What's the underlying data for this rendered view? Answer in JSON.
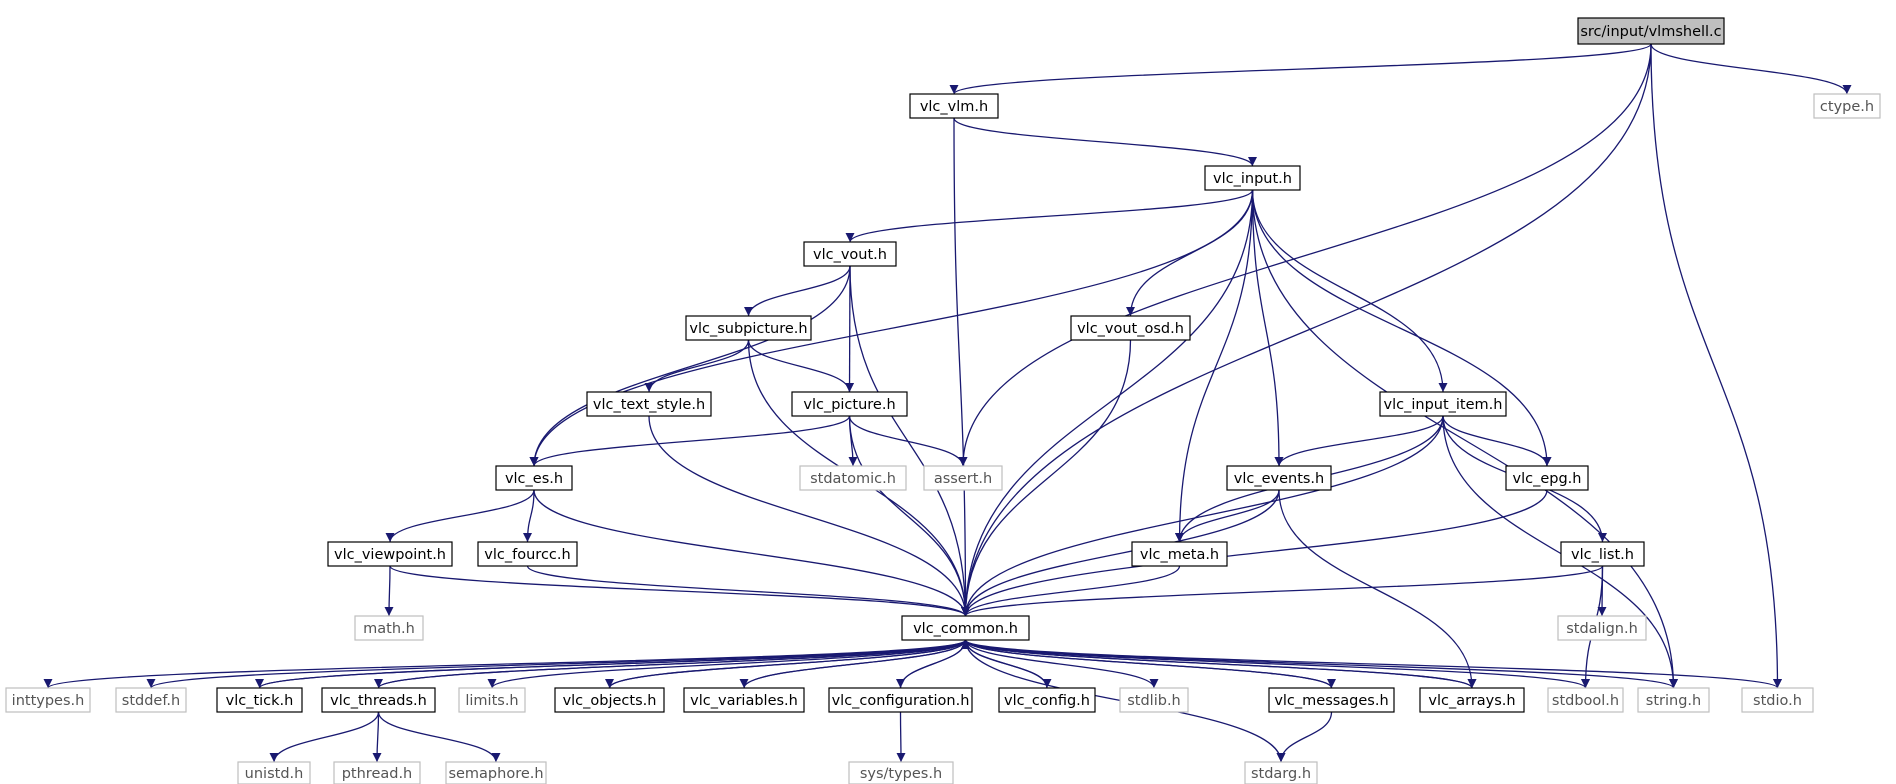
{
  "colors": {
    "edge": "#191970",
    "documented_border": "#000000",
    "system_border": "#bfbfbf",
    "root_fill": "#bfbfbf"
  },
  "nodes": [
    {
      "id": "root",
      "label": "src/input/vlmshell.c",
      "kind": "root"
    },
    {
      "id": "vlc_vlm",
      "label": "vlc_vlm.h",
      "kind": "doc"
    },
    {
      "id": "ctype",
      "label": "ctype.h",
      "kind": "sys"
    },
    {
      "id": "vlc_input",
      "label": "vlc_input.h",
      "kind": "doc"
    },
    {
      "id": "vlc_vout",
      "label": "vlc_vout.h",
      "kind": "doc"
    },
    {
      "id": "vlc_subpicture",
      "label": "vlc_subpicture.h",
      "kind": "doc"
    },
    {
      "id": "vlc_vout_osd",
      "label": "vlc_vout_osd.h",
      "kind": "doc"
    },
    {
      "id": "vlc_text_style",
      "label": "vlc_text_style.h",
      "kind": "doc"
    },
    {
      "id": "vlc_picture",
      "label": "vlc_picture.h",
      "kind": "doc"
    },
    {
      "id": "vlc_input_item",
      "label": "vlc_input_item.h",
      "kind": "doc"
    },
    {
      "id": "vlc_es",
      "label": "vlc_es.h",
      "kind": "doc"
    },
    {
      "id": "stdatomic",
      "label": "stdatomic.h",
      "kind": "sys"
    },
    {
      "id": "assert",
      "label": "assert.h",
      "kind": "sys"
    },
    {
      "id": "vlc_events",
      "label": "vlc_events.h",
      "kind": "doc"
    },
    {
      "id": "vlc_epg",
      "label": "vlc_epg.h",
      "kind": "doc"
    },
    {
      "id": "vlc_viewpoint",
      "label": "vlc_viewpoint.h",
      "kind": "doc"
    },
    {
      "id": "vlc_fourcc",
      "label": "vlc_fourcc.h",
      "kind": "doc"
    },
    {
      "id": "vlc_meta",
      "label": "vlc_meta.h",
      "kind": "doc"
    },
    {
      "id": "vlc_list",
      "label": "vlc_list.h",
      "kind": "doc"
    },
    {
      "id": "math",
      "label": "math.h",
      "kind": "sys"
    },
    {
      "id": "vlc_common",
      "label": "vlc_common.h",
      "kind": "doc"
    },
    {
      "id": "stdalign",
      "label": "stdalign.h",
      "kind": "sys"
    },
    {
      "id": "inttypes",
      "label": "inttypes.h",
      "kind": "sys"
    },
    {
      "id": "stddef",
      "label": "stddef.h",
      "kind": "sys"
    },
    {
      "id": "vlc_tick",
      "label": "vlc_tick.h",
      "kind": "doc"
    },
    {
      "id": "vlc_threads",
      "label": "vlc_threads.h",
      "kind": "doc"
    },
    {
      "id": "limits",
      "label": "limits.h",
      "kind": "sys"
    },
    {
      "id": "vlc_objects",
      "label": "vlc_objects.h",
      "kind": "doc"
    },
    {
      "id": "vlc_variables",
      "label": "vlc_variables.h",
      "kind": "doc"
    },
    {
      "id": "vlc_configuration",
      "label": "vlc_configuration.h",
      "kind": "doc"
    },
    {
      "id": "vlc_config",
      "label": "vlc_config.h",
      "kind": "doc"
    },
    {
      "id": "stdlib",
      "label": "stdlib.h",
      "kind": "sys"
    },
    {
      "id": "vlc_messages",
      "label": "vlc_messages.h",
      "kind": "doc"
    },
    {
      "id": "vlc_arrays",
      "label": "vlc_arrays.h",
      "kind": "doc"
    },
    {
      "id": "stdbool",
      "label": "stdbool.h",
      "kind": "sys"
    },
    {
      "id": "string",
      "label": "string.h",
      "kind": "sys"
    },
    {
      "id": "stdio",
      "label": "stdio.h",
      "kind": "sys"
    },
    {
      "id": "unistd",
      "label": "unistd.h",
      "kind": "sys"
    },
    {
      "id": "pthread",
      "label": "pthread.h",
      "kind": "sys"
    },
    {
      "id": "semaphore",
      "label": "semaphore.h",
      "kind": "sys"
    },
    {
      "id": "sys_types",
      "label": "sys/types.h",
      "kind": "sys"
    },
    {
      "id": "stdarg",
      "label": "stdarg.h",
      "kind": "sys"
    }
  ],
  "edges": [
    [
      "root",
      "vlc_vlm"
    ],
    [
      "root",
      "assert"
    ],
    [
      "root",
      "vlc_common"
    ],
    [
      "root",
      "ctype"
    ],
    [
      "root",
      "stdio"
    ],
    [
      "vlc_vlm",
      "vlc_input"
    ],
    [
      "vlc_vlm",
      "vlc_common"
    ],
    [
      "vlc_input",
      "vlc_es"
    ],
    [
      "vlc_input",
      "vlc_vout"
    ],
    [
      "vlc_input",
      "vlc_vout_osd"
    ],
    [
      "vlc_input",
      "vlc_meta"
    ],
    [
      "vlc_input",
      "vlc_events"
    ],
    [
      "vlc_input",
      "vlc_common"
    ],
    [
      "vlc_input",
      "vlc_input_item"
    ],
    [
      "vlc_input",
      "vlc_epg"
    ],
    [
      "vlc_input",
      "string"
    ],
    [
      "vlc_vout",
      "vlc_es"
    ],
    [
      "vlc_vout",
      "vlc_subpicture"
    ],
    [
      "vlc_vout",
      "vlc_picture"
    ],
    [
      "vlc_vout",
      "vlc_common"
    ],
    [
      "vlc_subpicture",
      "vlc_text_style"
    ],
    [
      "vlc_subpicture",
      "vlc_picture"
    ],
    [
      "vlc_subpicture",
      "vlc_common"
    ],
    [
      "vlc_vout_osd",
      "vlc_common"
    ],
    [
      "vlc_text_style",
      "vlc_common"
    ],
    [
      "vlc_picture",
      "vlc_es"
    ],
    [
      "vlc_picture",
      "stdatomic"
    ],
    [
      "vlc_picture",
      "assert"
    ],
    [
      "vlc_picture",
      "vlc_common"
    ],
    [
      "vlc_input_item",
      "vlc_meta"
    ],
    [
      "vlc_input_item",
      "vlc_events"
    ],
    [
      "vlc_input_item",
      "vlc_epg"
    ],
    [
      "vlc_input_item",
      "vlc_list"
    ],
    [
      "vlc_input_item",
      "vlc_common"
    ],
    [
      "vlc_input_item",
      "string"
    ],
    [
      "vlc_es",
      "vlc_viewpoint"
    ],
    [
      "vlc_es",
      "vlc_fourcc"
    ],
    [
      "vlc_es",
      "vlc_common"
    ],
    [
      "vlc_events",
      "vlc_meta"
    ],
    [
      "vlc_events",
      "vlc_common"
    ],
    [
      "vlc_events",
      "vlc_arrays"
    ],
    [
      "vlc_epg",
      "vlc_common"
    ],
    [
      "vlc_viewpoint",
      "math"
    ],
    [
      "vlc_viewpoint",
      "vlc_common"
    ],
    [
      "vlc_fourcc",
      "vlc_common"
    ],
    [
      "vlc_meta",
      "vlc_common"
    ],
    [
      "vlc_list",
      "vlc_common"
    ],
    [
      "vlc_list",
      "stdalign"
    ],
    [
      "vlc_list",
      "stdbool"
    ],
    [
      "vlc_common",
      "inttypes"
    ],
    [
      "vlc_common",
      "stddef"
    ],
    [
      "vlc_common",
      "vlc_tick"
    ],
    [
      "vlc_common",
      "vlc_threads"
    ],
    [
      "vlc_common",
      "limits"
    ],
    [
      "vlc_common",
      "vlc_objects"
    ],
    [
      "vlc_common",
      "vlc_variables"
    ],
    [
      "vlc_common",
      "vlc_configuration"
    ],
    [
      "vlc_common",
      "vlc_config"
    ],
    [
      "vlc_common",
      "stdlib"
    ],
    [
      "vlc_common",
      "vlc_messages"
    ],
    [
      "vlc_common",
      "vlc_arrays"
    ],
    [
      "vlc_common",
      "stdbool"
    ],
    [
      "vlc_common",
      "string"
    ],
    [
      "vlc_common",
      "stdio"
    ],
    [
      "vlc_common",
      "stdarg"
    ],
    [
      "vlc_tick",
      "vlc_common"
    ],
    [
      "vlc_threads",
      "vlc_common"
    ],
    [
      "vlc_objects",
      "vlc_common"
    ],
    [
      "vlc_variables",
      "vlc_common"
    ],
    [
      "vlc_configuration",
      "vlc_common"
    ],
    [
      "vlc_config",
      "vlc_common"
    ],
    [
      "vlc_messages",
      "vlc_common"
    ],
    [
      "vlc_arrays",
      "vlc_common"
    ],
    [
      "vlc_threads",
      "unistd"
    ],
    [
      "vlc_threads",
      "pthread"
    ],
    [
      "vlc_threads",
      "semaphore"
    ],
    [
      "vlc_configuration",
      "sys_types"
    ],
    [
      "vlc_messages",
      "stdarg"
    ]
  ]
}
